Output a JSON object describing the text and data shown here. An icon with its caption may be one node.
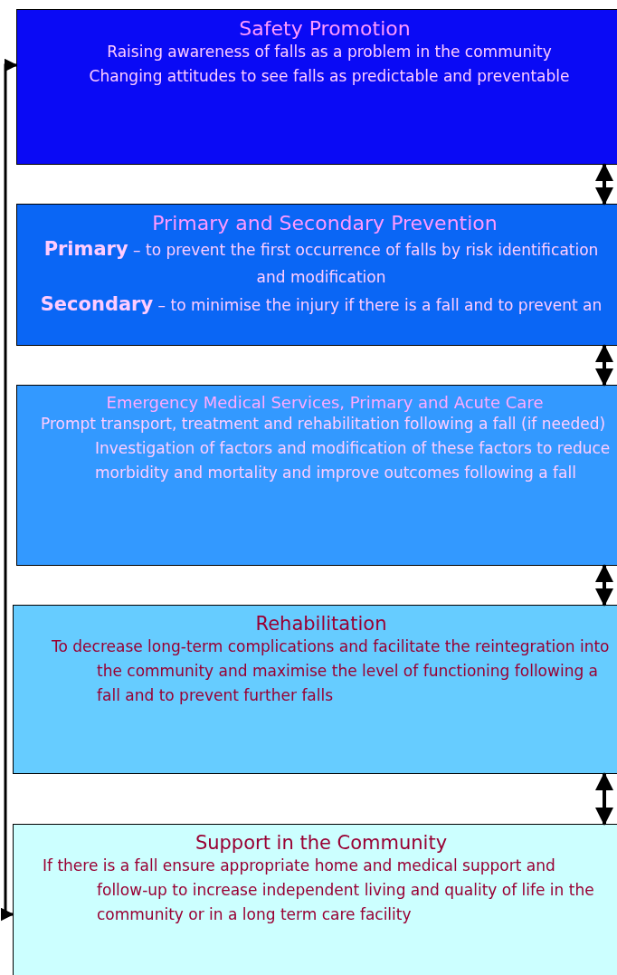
{
  "diagram": {
    "nodes": [
      {
        "text": [
          "Safety Promotion",
          "Raising awareness of falls as a problem in the community",
          "Changing attitudes to see falls as predictable and preventable"
        ]
      },
      {
        "text": [
          "Primary and Secondary Prevention",
          "**Primary** – to prevent the first occurrence of falls by risk identification and modification",
          "**Secondary** – to minimise the injury if there is a fall and to prevent an"
        ]
      },
      {
        "text": [
          "Emergency Medical Services, Primary and Acute Care",
          "Prompt transport, treatment and rehabilitation following a fall (if needed) Investigation of factors and modification of these factors to reduce morbidity and mortality and improve outcomes following a fall"
        ]
      },
      {
        "text": [
          "Rehabilitation",
          "To decrease long-term complications and facilitate the reintegration into the community and maximise the level of functioning following a fall and to prevent further falls"
        ]
      },
      {
        "text": [
          "Support in the Community",
          "If there is a fall ensure appropriate home and medical support and follow-up to increase independent living and quality of life in the community or in a long term care facility"
        ]
      }
    ],
    "edges": [
      {
        "from": 0,
        "to": 1,
        "arrow": "both"
      },
      {
        "from": 1,
        "to": 2,
        "arrow": "both"
      },
      {
        "from": 2,
        "to": 3,
        "arrow": "both"
      },
      {
        "from": 3,
        "to": 4,
        "arrow": "both"
      },
      {
        "from": 0,
        "to": 4,
        "arrow": "both"
      }
    ]
  }
}
